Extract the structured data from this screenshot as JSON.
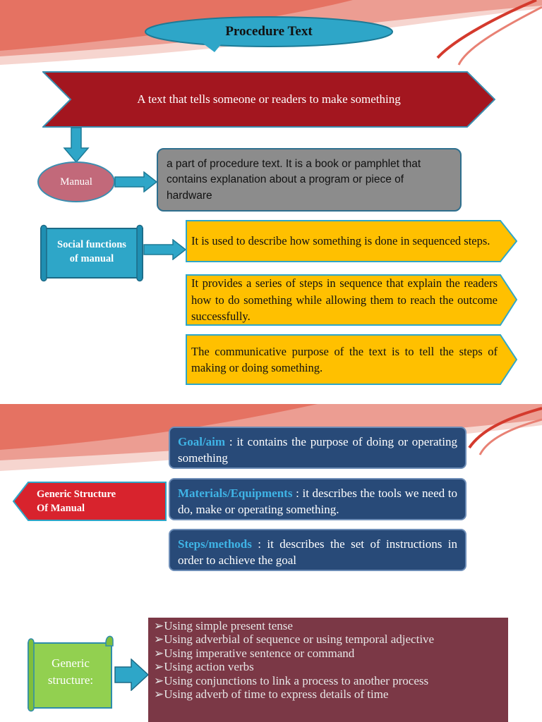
{
  "title": "Procedure Text",
  "definition": "A text that tells someone or readers to make something",
  "manual": {
    "label": "Manual",
    "description": "a part of procedure text. It is a book or pamphlet that contains explanation about a program or piece of hardware"
  },
  "social_functions": {
    "label_line1": "Social functions",
    "label_line2": "of manual",
    "items": [
      "It is used to describe how something is done in sequenced steps.",
      "It provides a series of steps in sequence that explain the readers how to do something while allowing them to reach the outcome successfully.",
      "The communicative purpose of the text is to tell the steps of making or doing something."
    ]
  },
  "generic_structure": {
    "label_line1": "Generic Structure",
    "label_line2": "Of Manual",
    "items": [
      {
        "key": "Goal/aim",
        "text": " : it contains the purpose of doing or operating something"
      },
      {
        "key": "Materials/Equipments",
        "text": " : it describes the tools we need to do, make or operating something."
      },
      {
        "key": "Steps/methods",
        "text": " : it describes the set of instructions in order to achieve the goal"
      }
    ]
  },
  "linguistic": {
    "label_line1": "Generic",
    "label_line2": "structure:",
    "bullet": "➢",
    "items": [
      "Using simple present tense",
      "Using adverbial of sequence or using temporal adjective",
      "Using imperative sentence or command",
      "Using action verbs",
      "Using conjunctions to link a process to another process",
      "Using adverb of time to express details of time"
    ]
  },
  "colors": {
    "banner_red": "#a3161f",
    "callout_blue": "#2ea6c8",
    "arrow_yellow": "#ffc000",
    "navy": "#284a78",
    "structure_red": "#d8232d",
    "green": "#92d050",
    "maroon": "#7b3846"
  }
}
